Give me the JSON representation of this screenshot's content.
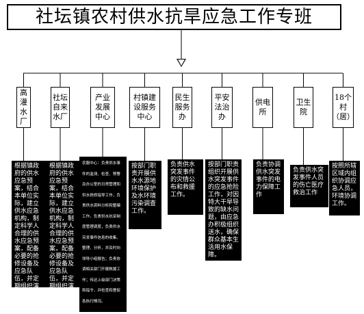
{
  "title": "社坛镇农村供水抗旱应急工作专班",
  "departments": [
    {
      "name": "高灌水厂",
      "duty": "根据镇政府的供水应急预案，结合本单位实际，建立供水应急机构，制定科学人合理的供水应急预案，配备必要的抢修设备及应急队伍，并定期组织演练。"
    },
    {
      "name": "社坛自来水厂",
      "duty": "根据镇政府的供水应急预案，结合本单位实际，建立供水应急机构，制定科学人合理的供水应急预案，配备必要的抢修设备及应急队伍，并定期组织演练。"
    },
    {
      "name": "产业发展中心",
      "duty": "农服中心：负责供水事件的监测、检查、预警及办公室的日常管理和供水抢修指导工作，负责供水资料分析和整编工作，负责供水抗旱制度管理调度，负责供水突发事件信息的收集、整理、分析，并及时向领导小组报告；负责协调相关部门开展救援工作；传达上级部门决策和指令，并检查和督促各执行情况。"
    },
    {
      "name": "村镇建设服务中心",
      "duty": "按部门职责开展供水水源地环境保护及水环境污染调查工作。"
    },
    {
      "name": "民生服务办",
      "duty": "负责供水突发事件的灾情公布和救援工作。"
    },
    {
      "name": "平安法治办",
      "duty": "按部门职责组织开展供水突发事件的应急抢险工作，对因特大干旱导致的缺水问题，由应急办积极组织送水，确保群众基本生活用水保障。"
    },
    {
      "name": "供电所",
      "duty": "负责协调供水突发事件的电力保障工作"
    },
    {
      "name": "卫生院",
      "duty": "负责供水突发事件人员的伤亡医疗救治工作"
    },
    {
      "name": "18个村（居）",
      "duty": "按照所辖区域内组织协调应急人员，环境协调工作。"
    }
  ]
}
